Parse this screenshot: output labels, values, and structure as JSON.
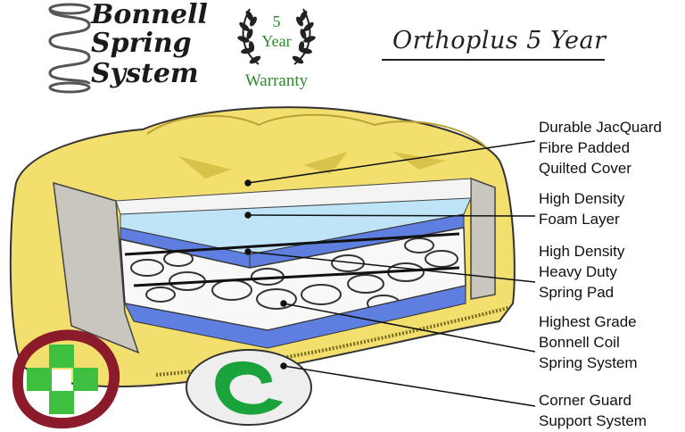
{
  "brand": {
    "lines": [
      "Bonnell",
      "Spring",
      "System"
    ]
  },
  "warranty": {
    "number": "5",
    "unit": "Year",
    "label": "Warranty",
    "color": "#2e8b2e"
  },
  "product": {
    "title": "Orthoplus 5 Year"
  },
  "callouts": [
    {
      "lines": [
        "Durable JacQuard",
        "Fibre Padded",
        "Quilted Cover"
      ]
    },
    {
      "lines": [
        "High Density",
        "Foam Layer"
      ]
    },
    {
      "lines": [
        "High Density",
        "Heavy Duty",
        "Spring Pad"
      ]
    },
    {
      "lines": [
        "Highest Grade",
        "Bonnell Coil",
        "Spring System"
      ]
    },
    {
      "lines": [
        "Corner Guard",
        "Support System"
      ]
    }
  ],
  "colors": {
    "cover": "#f2df6e",
    "cover_shadow": "#d9c24a",
    "foam": "#5f7fe0",
    "foam_light": "#bfe3f7",
    "badge_ring": "#8b1a2a",
    "badge_cross": "#3fbf3f",
    "corner_guard": "#1aa33a"
  },
  "icons": {
    "spring": "coil-spring-icon",
    "laurel": "laurel-wreath-icon",
    "badge": "health-cross-badge-icon"
  }
}
